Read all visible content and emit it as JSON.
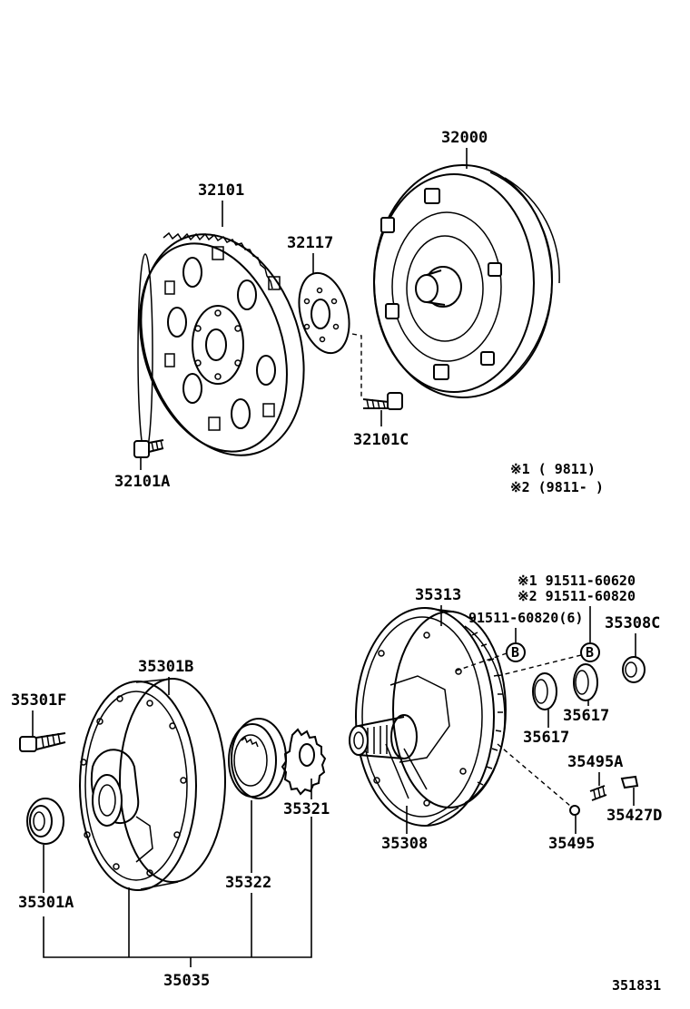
{
  "parts": {
    "p32000": "32000",
    "p32101": "32101",
    "p32117": "32117",
    "p32101C": "32101C",
    "p32101A": "32101A",
    "p35313": "35313",
    "p35308C": "35308C",
    "p35301B": "35301B",
    "p35301F": "35301F",
    "p35617a": "35617",
    "p35617b": "35617",
    "p35495A": "35495A",
    "p35321": "35321",
    "p35427D": "35427D",
    "p35308": "35308",
    "p35495": "35495",
    "p35322": "35322",
    "p35301A": "35301A",
    "p35035": "35035"
  },
  "notes": {
    "applicability_1": "※1 (         9811)",
    "applicability_2": "※2 (9811-         )",
    "bolt_ref_1": "※1 91511-60620",
    "bolt_ref_2": "※2 91511-60820",
    "bolt_ref_3": "91511-60820(6)",
    "ref_b_left": "B",
    "ref_b_right": "B",
    "diagram_id": "351831"
  }
}
